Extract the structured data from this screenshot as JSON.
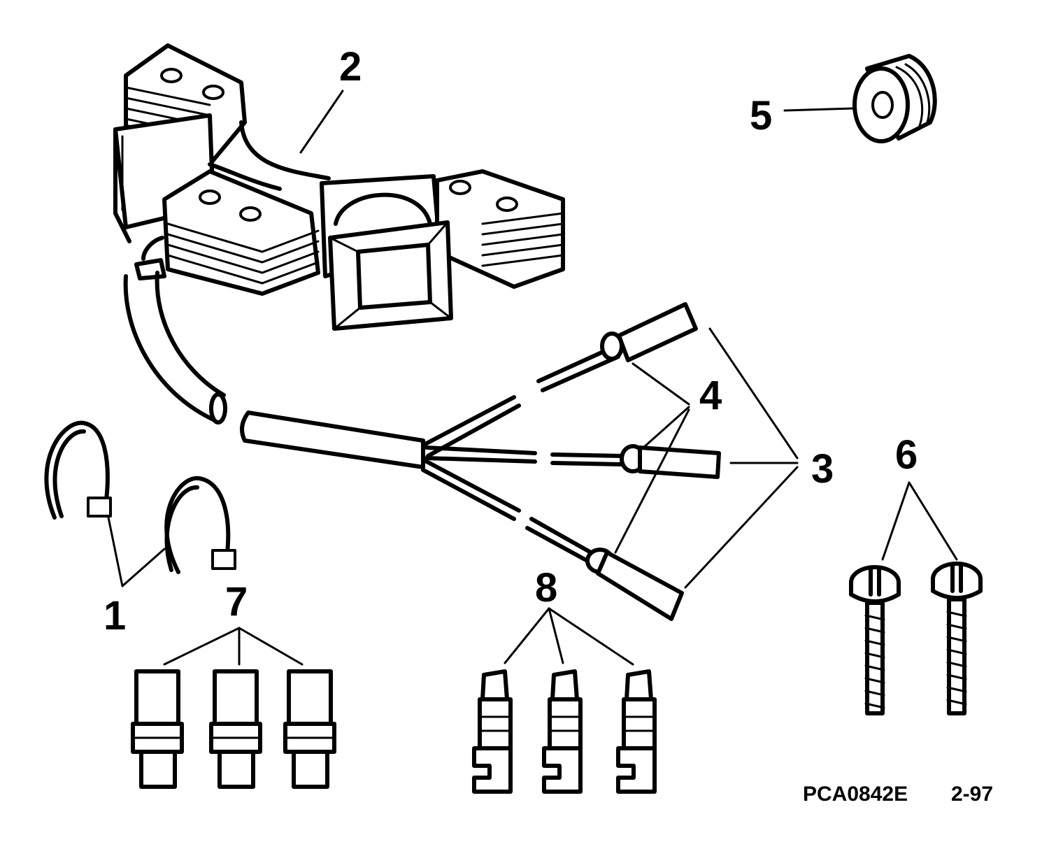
{
  "callouts": {
    "c1": "1",
    "c2": "2",
    "c3": "3",
    "c4": "4",
    "c5": "5",
    "c6": "6",
    "c7": "7",
    "c8": "8"
  },
  "footer": {
    "code": "PCA0842E",
    "date": "2-97"
  }
}
